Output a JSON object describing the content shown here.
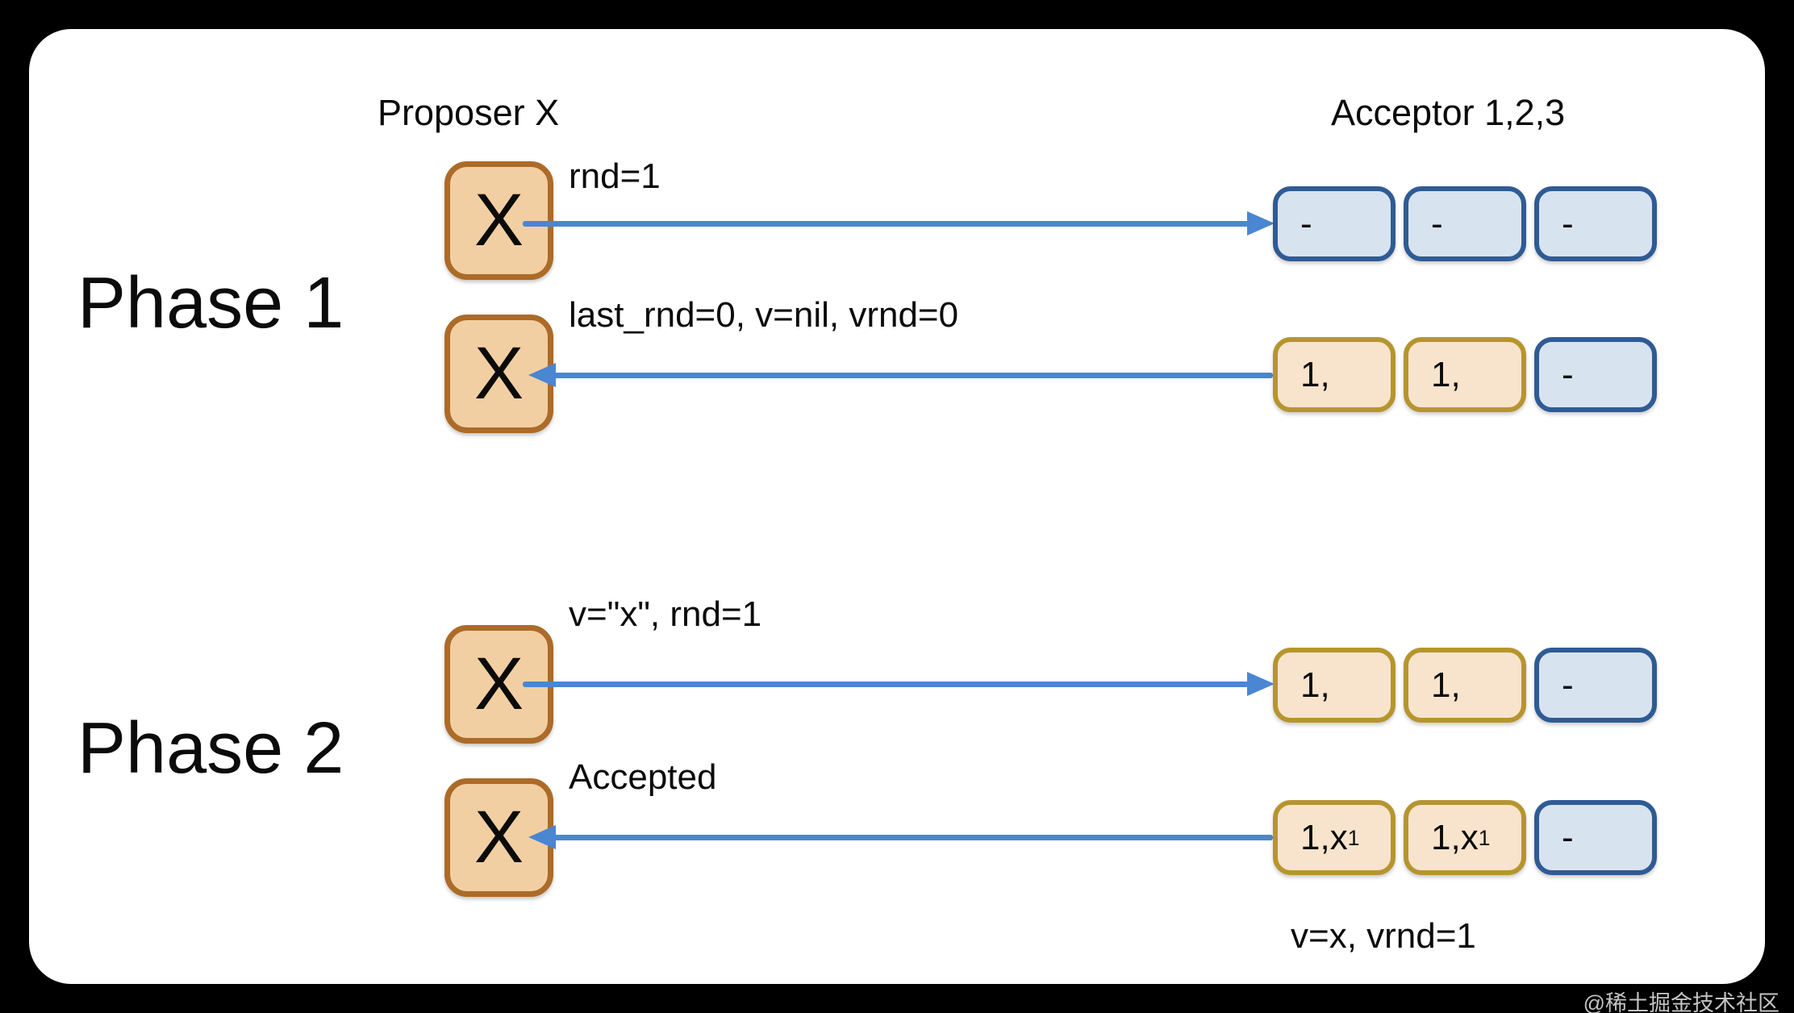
{
  "headers": {
    "proposer": "Proposer X",
    "acceptors": "Acceptor 1,2,3"
  },
  "phases": [
    {
      "label": "Phase 1"
    },
    {
      "label": "Phase 2"
    }
  ],
  "rows": [
    {
      "proposer": "X",
      "message": "rnd=1",
      "direction": "right",
      "acceptors": [
        {
          "main": "-",
          "state": "empty"
        },
        {
          "main": "-",
          "state": "empty"
        },
        {
          "main": "-",
          "state": "empty"
        }
      ]
    },
    {
      "proposer": "X",
      "message": "last_rnd=0, v=nil, vrnd=0",
      "direction": "left",
      "acceptors": [
        {
          "main": "1,",
          "state": "promised"
        },
        {
          "main": "1,",
          "state": "promised"
        },
        {
          "main": "-",
          "state": "empty"
        }
      ]
    },
    {
      "proposer": "X",
      "message": "v=\"x\", rnd=1",
      "direction": "right",
      "acceptors": [
        {
          "main": "1,",
          "state": "promised"
        },
        {
          "main": "1,",
          "state": "promised"
        },
        {
          "main": "-",
          "state": "empty"
        }
      ]
    },
    {
      "proposer": "X",
      "message": "Accepted",
      "direction": "left",
      "acceptors": [
        {
          "main": "1,x",
          "sub": "1",
          "state": "promised"
        },
        {
          "main": "1,x",
          "sub": "1",
          "state": "promised"
        },
        {
          "main": "-",
          "state": "empty"
        }
      ]
    }
  ],
  "footer": {
    "note": "v=x, vrnd=1"
  },
  "watermark": "@稀土掘金技术社区",
  "colors": {
    "background": "#000000",
    "canvas": "#ffffff",
    "arrow_blue": "#4a86d2",
    "proposer_fill": "#f2cfa2",
    "proposer_border": "#ac6b28",
    "acceptor_empty_fill": "#d8e3f0",
    "acceptor_empty_border": "#2f5b95",
    "acceptor_promised_fill": "#f8e4cc",
    "acceptor_promised_border": "#b6952e"
  }
}
